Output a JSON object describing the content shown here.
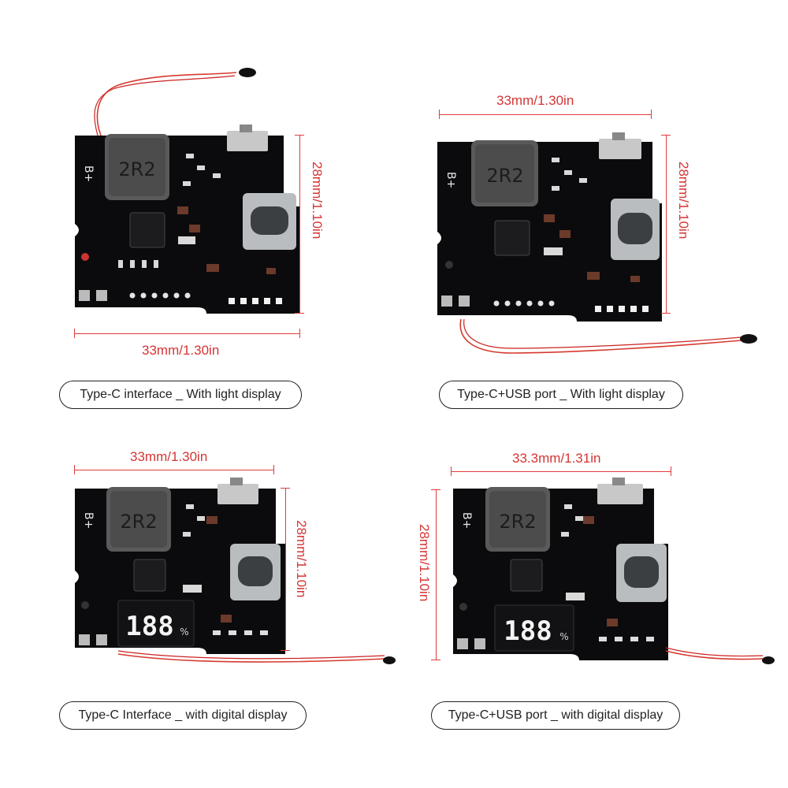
{
  "panels": [
    {
      "caption": "Type-C interface _ With light display",
      "width_label": "33mm/1.30in",
      "height_label": "28mm/1.10in",
      "inductor_label": "2R2",
      "display": "leds"
    },
    {
      "caption": "Type-C+USB port _ With light display",
      "width_label": "33mm/1.30in",
      "height_label": "28mm/1.10in",
      "inductor_label": "2R2",
      "display": "leds"
    },
    {
      "caption": "Type-C Interface _ with digital display",
      "width_label": "33mm/1.30in",
      "height_label": "28mm/1.10in",
      "inductor_label": "2R2",
      "display": "digital"
    },
    {
      "caption": "Type-C+USB port _ with digital display",
      "width_label": "33.3mm/1.31in",
      "height_label": "28mm/1.10in",
      "inductor_label": "2R2",
      "display": "digital"
    }
  ],
  "board_marks": {
    "battery_label": "B+",
    "digits": "188",
    "percent": "%"
  },
  "colors": {
    "dimension": "#e23b3b",
    "pcb": "#0b0b0d",
    "inductor": "#5a5a5a",
    "caption_border": "#222222"
  }
}
